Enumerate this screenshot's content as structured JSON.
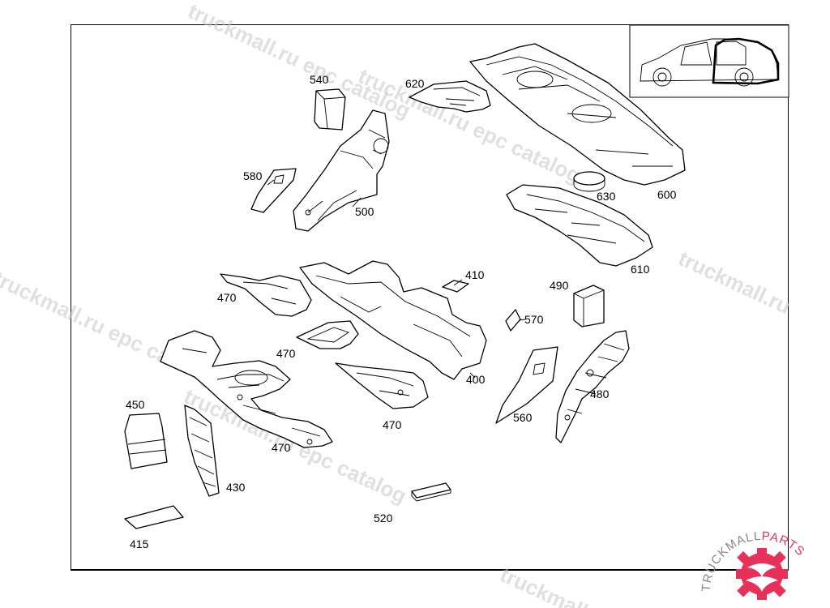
{
  "callouts": {
    "c540": "540",
    "c620": "620",
    "c580": "580",
    "c500": "500",
    "c600": "600",
    "c630": "630",
    "c610": "610",
    "c410": "410",
    "c490": "490",
    "c470a": "470",
    "c570": "570",
    "c470b": "470",
    "c400": "400",
    "c480": "480",
    "c450": "450",
    "c470c": "470",
    "c560": "560",
    "c470d": "470",
    "c430": "430",
    "c520": "520",
    "c415": "415"
  },
  "watermarks": {
    "w1": "truckmall.ru epc catalog",
    "w2": "truckmall.ru epc catalog",
    "w3": "truckmall.ru epc catalog",
    "w4": "truckmall.ru epc catalog",
    "w5": "truckmall.ru"
  },
  "logo": {
    "text_main": "TRUCKMALL",
    "text_accent": "PARTS"
  },
  "colors": {
    "line": "#000000",
    "watermark": "#c8c8c8",
    "logo_grey": "#888888",
    "logo_accent": "#e8315a"
  }
}
